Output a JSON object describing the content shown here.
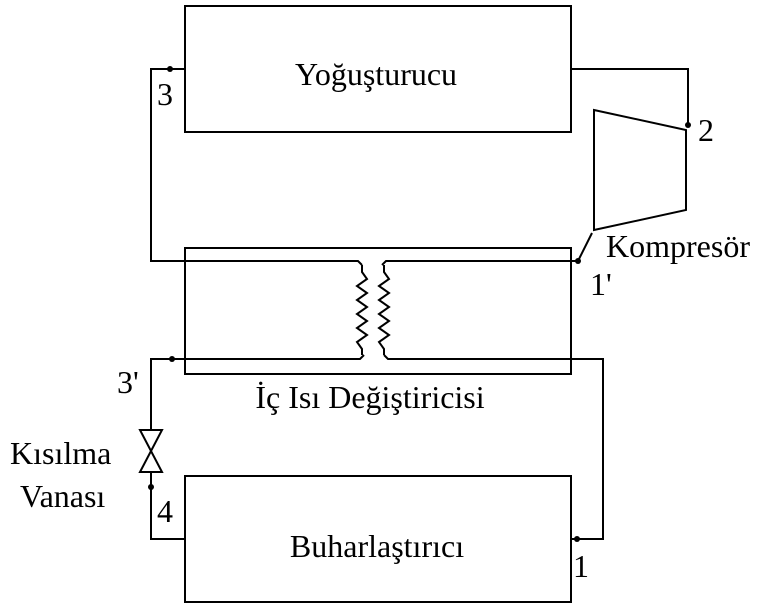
{
  "components": {
    "condenser": "Yoğuşturucu",
    "compressor": "Kompresör",
    "heat_exchanger": "İç Isı Değiştiricisi",
    "evaporator": "Buharlaştırıcı",
    "valve_line1": "Kısılma",
    "valve_line2": "Vanası"
  },
  "states": {
    "s1": "1",
    "s1p": "1'",
    "s2": "2",
    "s3": "3",
    "s3p": "3'",
    "s4": "4"
  },
  "colors": {
    "line": "#000000",
    "background": "#ffffff"
  }
}
